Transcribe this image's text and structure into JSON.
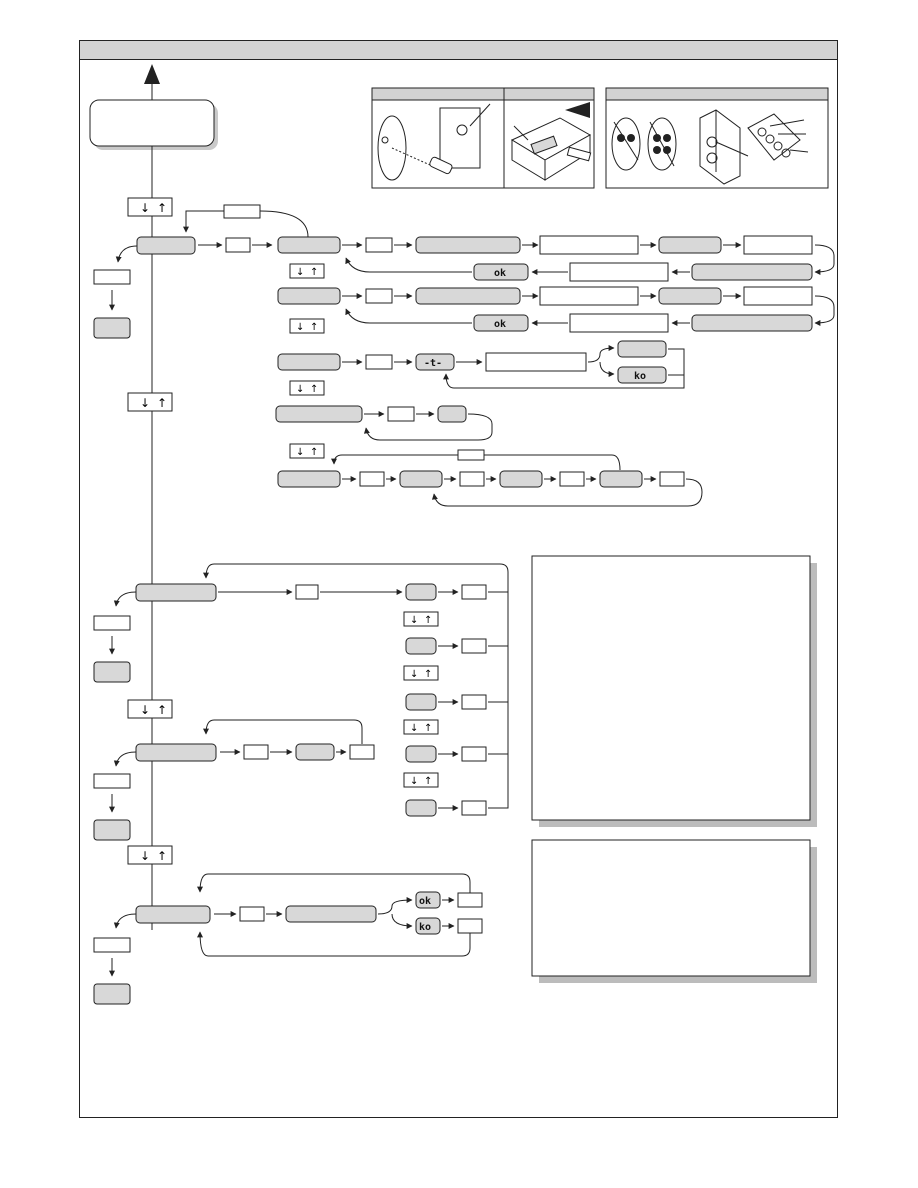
{
  "icons": {
    "menu_exit_arrow": "up-arrow-icon",
    "nav_buttons": [
      "down-arrow-icon",
      "up-arrow-icon"
    ],
    "lcd_glyphs": [
      "ok",
      "-t-",
      "ko"
    ]
  },
  "displays": {
    "ok": "ok",
    "ko": "ko",
    "timer": "-t-"
  },
  "photo_panels": {
    "left_photos": [
      "remote-control-photo",
      "receiver-board-photo"
    ],
    "right_photos": [
      "remote-buttons-photo",
      "transmitter-side-photo"
    ]
  },
  "colors": {
    "display_fill": "#d8d8d8",
    "header_fill": "#d2d2d2",
    "line": "#222222"
  }
}
